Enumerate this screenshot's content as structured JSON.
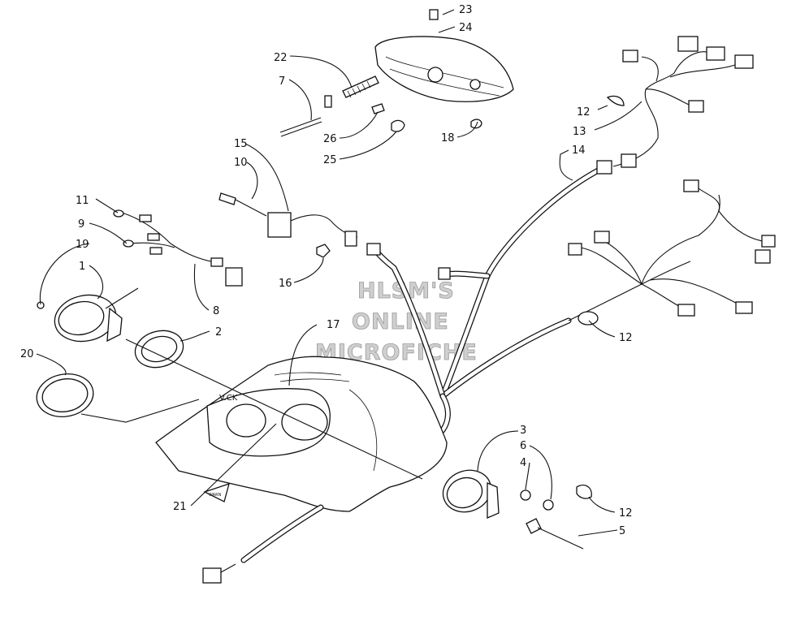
{
  "watermark": {
    "line1": "HLSM'S",
    "line2": "ONLINE",
    "line3": "MICROFICHE"
  },
  "decals": {
    "console_text": "V.CK",
    "warning_text": "WARN"
  },
  "callouts": {
    "c1": "1",
    "c2": "2",
    "c3": "3",
    "c4": "4",
    "c5": "5",
    "c6": "6",
    "c7": "7",
    "c8": "8",
    "c9": "9",
    "c10": "10",
    "c11": "11",
    "c12a": "12",
    "c12b": "12",
    "c12c": "12",
    "c13": "13",
    "c14": "14",
    "c15": "15",
    "c16": "16",
    "c17": "17",
    "c18": "18",
    "c19": "19",
    "c20": "20",
    "c21": "21",
    "c22": "22",
    "c23": "23",
    "c24": "24",
    "c25": "25",
    "c26": "26"
  }
}
